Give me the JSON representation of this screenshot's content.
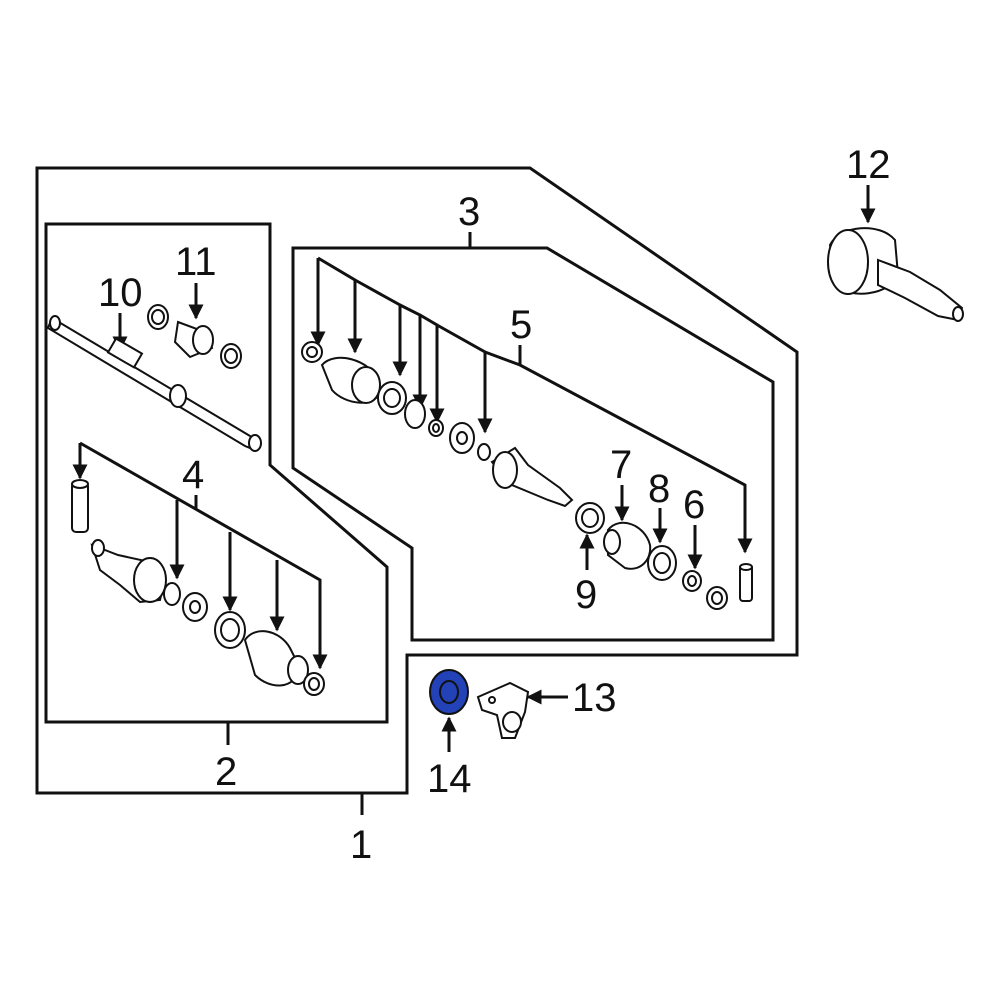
{
  "callouts": {
    "c1": "1",
    "c2": "2",
    "c3": "3",
    "c4": "4",
    "c5": "5",
    "c6": "6",
    "c7": "7",
    "c8": "8",
    "c9": "9",
    "c10": "10",
    "c11": "11",
    "c12": "12",
    "c13": "13",
    "c14": "14"
  },
  "colors": {
    "line": "#111111",
    "highlight": "#2442b8",
    "background": "#ffffff"
  },
  "highlighted_part": "14"
}
